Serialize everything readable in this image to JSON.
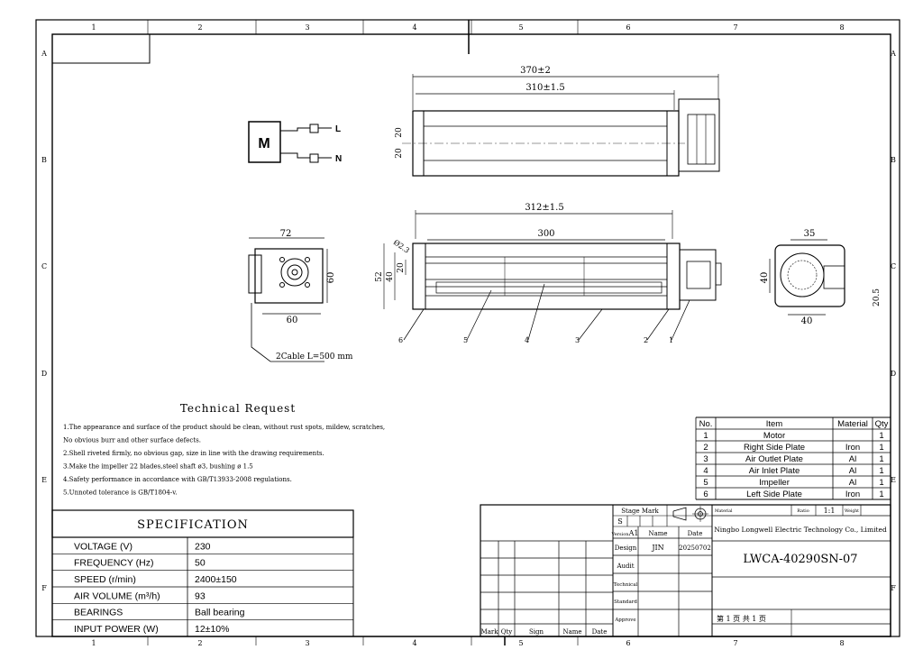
{
  "grid": {
    "cols": [
      "1",
      "2",
      "3",
      "4",
      "5",
      "6",
      "7",
      "8"
    ],
    "rows": [
      "A",
      "B",
      "C",
      "D",
      "E",
      "F"
    ]
  },
  "schematic": {
    "motor": "M",
    "terminal_l": "L",
    "terminal_n": "N"
  },
  "top_view": {
    "overall_len": "370±2",
    "inner_len": "310±1.5",
    "dim_20a": "20",
    "dim_20b": "20"
  },
  "front_view": {
    "len_312": "312±1.5",
    "len_300": "300",
    "hole": "Ø2.3",
    "h52": "52",
    "h40": "40",
    "h20": "20",
    "callouts": [
      "6",
      "5",
      "4",
      "3",
      "2",
      "1"
    ]
  },
  "left_view": {
    "w72": "72",
    "w60": "60",
    "h60": "60",
    "cable": "2Cable L=500 mm"
  },
  "right_view": {
    "w35": "35",
    "w40": "40",
    "h40": "40",
    "h20": "20.5"
  },
  "tech": {
    "title": "Technical Request",
    "lines": [
      "1.The appearance and surface of the product should be clean, without rust spots, mildew, scratches,",
      "  No obvious burr and other surface defects.",
      "2.Shell riveted firmly, no obvious gap, size in line with the drawing requirements.",
      "3.Make the impeller  22 blades,steel shaft ø3, bushing ø 1.5",
      "4.Safety performance in accordance with GB/T13933-2008 regulations.",
      "5.Unnoted tolerance is GB/T1804-v."
    ]
  },
  "spec": {
    "title": "SPECIFICATION",
    "rows": [
      {
        "k": "VOLTAGE (V)",
        "v": "230"
      },
      {
        "k": "FREQUENCY (Hz)",
        "v": "50"
      },
      {
        "k": "SPEED   (r/min)",
        "v": "2400±150"
      },
      {
        "k": "AIR  VOLUME  (m³/h)",
        "v": "93"
      },
      {
        "k": "BEARINGS",
        "v": "Ball bearing"
      },
      {
        "k": "INPUT POWER  (W)",
        "v": "12±10%"
      }
    ]
  },
  "bom": {
    "headers": [
      "No.",
      "Item",
      "Material",
      "Qty"
    ],
    "rows": [
      {
        "no": "1",
        "item": "Motor",
        "mat": "",
        "qty": "1"
      },
      {
        "no": "2",
        "item": "Right Side Plate",
        "mat": "Iron",
        "qty": "1"
      },
      {
        "no": "3",
        "item": "Air Outlet Plate",
        "mat": "Al",
        "qty": "1"
      },
      {
        "no": "4",
        "item": "Air Inlet Plate",
        "mat": "Al",
        "qty": "1"
      },
      {
        "no": "5",
        "item": "Impeller",
        "mat": "Al",
        "qty": "1"
      },
      {
        "no": "6",
        "item": "Left Side Plate",
        "mat": "Iron",
        "qty": "1"
      }
    ]
  },
  "title_block": {
    "stage_mark": "Stage Mark",
    "s": "S",
    "version_label": "Version",
    "version": "A1",
    "name_h": "Name",
    "date_h": "Date",
    "design_label": "Design",
    "designer": "JIN",
    "design_date": "20250702",
    "audit": "Audit",
    "technical": "Technical",
    "standard": "Standard",
    "approve": "Approve",
    "mark": "Mark",
    "qty": "Qty",
    "sign": "Sign",
    "name2": "Name",
    "date2": "Date",
    "material": "Material",
    "ratio": "Ratio",
    "ratio_val": "1:1",
    "weight": "Weight",
    "company": "Ningbo Longwell Electric Technology  Co., Limited",
    "drawing_no": "LWCA-40290SN-07",
    "page": "第 1 页   共 1 页"
  }
}
